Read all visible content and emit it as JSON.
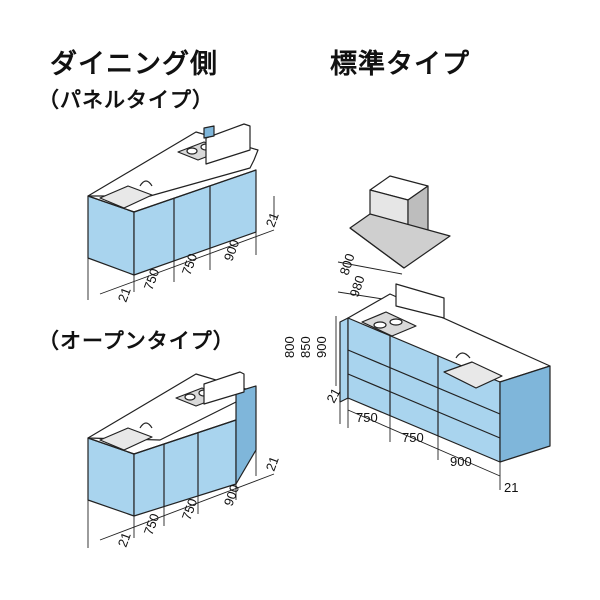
{
  "titles": {
    "dining_side": "ダイニング側",
    "panel_type": "（パネルタイプ）",
    "standard_type": "標準タイプ",
    "open_type": "（オープンタイプ）"
  },
  "dims": {
    "w21": "21",
    "w750": "750",
    "w900": "900",
    "depth800": "800",
    "depth980": "980",
    "h800": "800",
    "h850": "850",
    "h900": "900",
    "h_sep": "・"
  },
  "colors": {
    "cabinet_front": "#a9d4ee",
    "cabinet_side": "#7fb6da",
    "counter_top": "#ffffff",
    "line": "#222222"
  }
}
